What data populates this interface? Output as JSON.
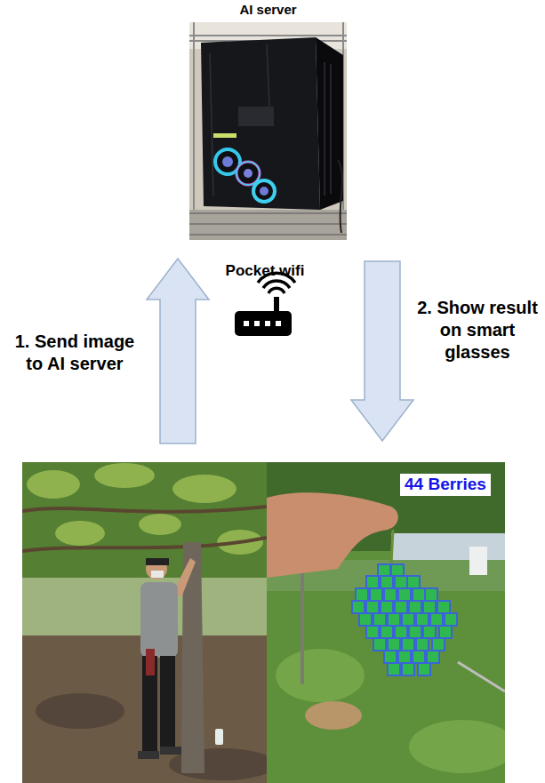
{
  "diagram": {
    "nodes": [
      {
        "text": [
          "AI server"
        ]
      },
      {
        "text": [
          "44 Berries"
        ]
      }
    ],
    "edges": [
      {
        "from": 1,
        "to": 0,
        "arrow": "to",
        "label": "1. Send image to AI server"
      },
      {
        "from": 0,
        "to": 1,
        "arrow": "to",
        "label": "2. Show result on smart glasses"
      }
    ],
    "labels": [
      "Pocket wifi"
    ]
  }
}
